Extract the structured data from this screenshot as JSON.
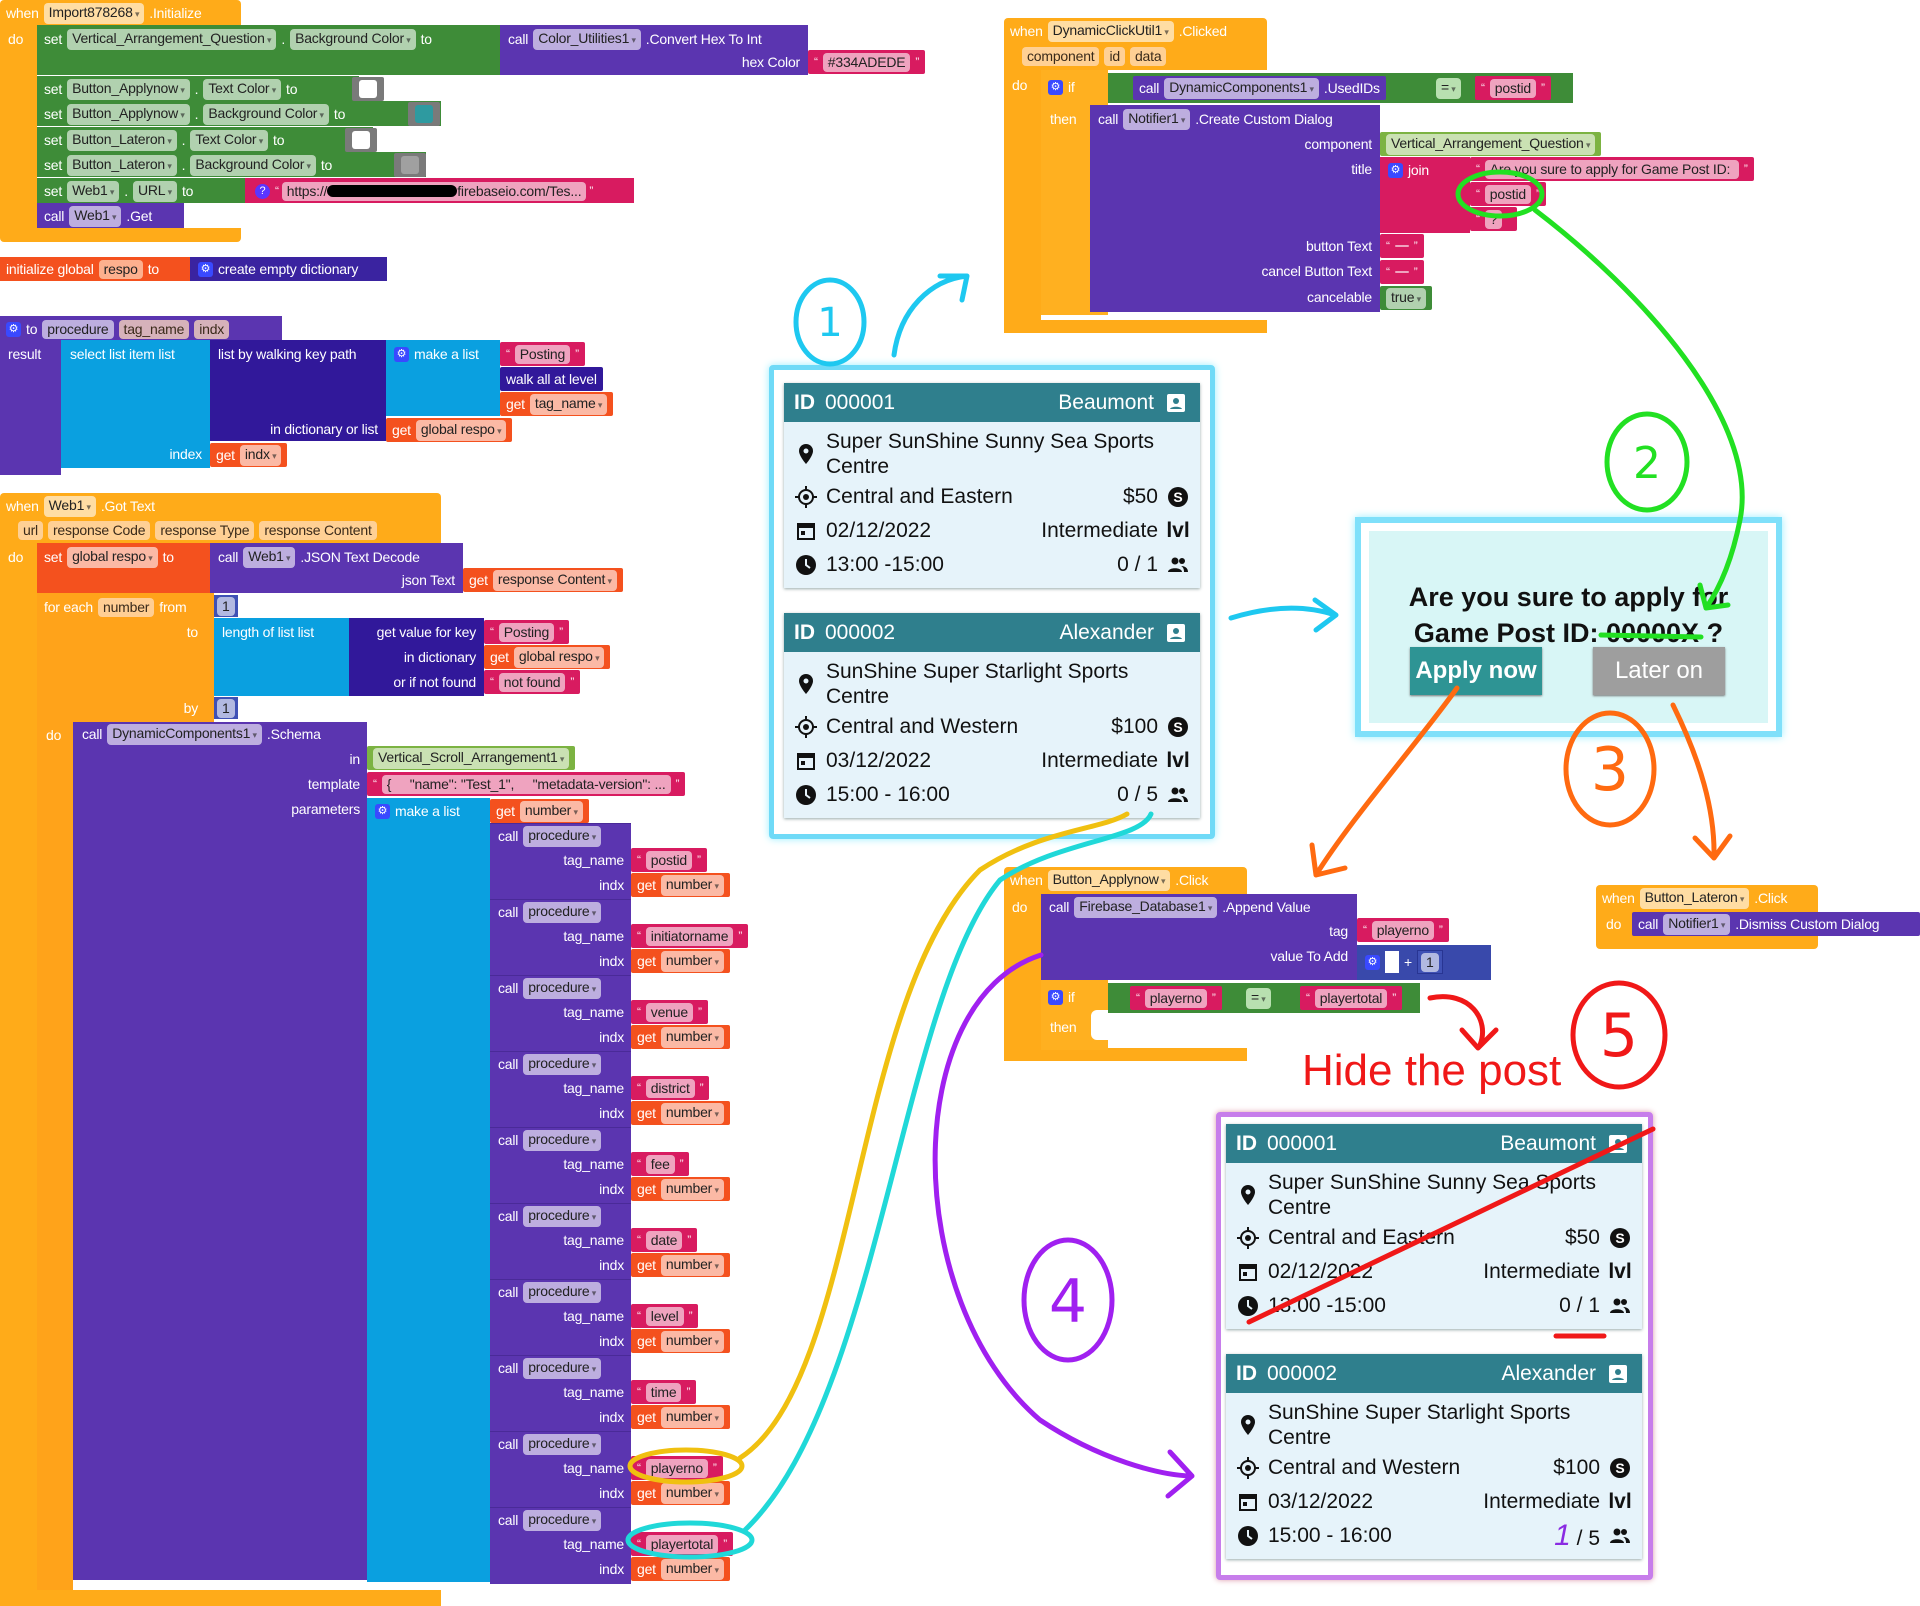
{
  "kw": {
    "when": "when",
    "do": "do",
    "set": "set",
    "to": "to",
    "call": "call",
    "get": "get",
    "dot": ".",
    "then": "then",
    "if": "if",
    "result": "result",
    "in": "in",
    "by": "by",
    "from": "from",
    "for_each": "for each",
    "plus": "+",
    "eq": "="
  },
  "init_event": {
    "component": "Import878268",
    "event": ".Initialize",
    "set_bg": {
      "component": "Vertical_Arrangement_Question",
      "property": "Background Color",
      "utility": "Color_Utilities1",
      "method": ".Convert Hex To Int",
      "hex_label": "hex Color",
      "hex_value": "#334ADEDE"
    },
    "setters": [
      {
        "component": "Button_Applynow",
        "property": "Text Color",
        "swatch": "#FFFFFF"
      },
      {
        "component": "Button_Applynow",
        "property": "Background Color",
        "swatch": "#2E9AA0"
      },
      {
        "component": "Button_Lateron",
        "property": "Text Color",
        "swatch": "#FFFFFF"
      },
      {
        "component": "Button_Lateron",
        "property": "Background Color",
        "swatch": "#A0A0A0"
      }
    ],
    "set_url": {
      "component": "Web1",
      "property": "URL",
      "url_prefix": "https://",
      "url_suffix": "firebaseio.com/Tes...",
      "help": "?"
    },
    "call_get": {
      "component": "Web1",
      "method": ".Get"
    }
  },
  "init_global": {
    "label": "initialize global",
    "name": "respo",
    "value": "create empty dictionary"
  },
  "procedure": {
    "name": "procedure",
    "params": [
      "tag_name",
      "indx"
    ],
    "select": "select list item  list",
    "walk": "list by walking key path",
    "make_list": "make a list",
    "posting": "Posting",
    "walk_all": "walk all at level",
    "tag_var": "tag_name",
    "in_dict": "in dictionary or list",
    "global_var": "global respo",
    "index": "index",
    "indx_var": "indx"
  },
  "got_text": {
    "component": "Web1",
    "event": ".Got Text",
    "params": [
      "url",
      "response Code",
      "response Type",
      "response Content"
    ],
    "set_var": "global respo",
    "decode": ".JSON Text Decode",
    "json_label": "json Text",
    "content_var": "response Content",
    "loop_var": "number",
    "from_val": "1",
    "by_val": "1",
    "length": "length of list  list",
    "get_value": "get value for key",
    "in_dictionary": "in dictionary",
    "not_found_label": "or if not found",
    "key": "Posting",
    "not_found": "not found",
    "schema_component": "DynamicComponents1",
    "schema_method": ".Schema",
    "in_component": "Vertical_Scroll_Arrangement1",
    "template_label": "template",
    "template_value": "{     \"name\": \"Test_1\",     \"metadata-version\": ...",
    "params_label": "parameters",
    "make_list": "make a list",
    "number_var": "number",
    "proc_call": "procedure",
    "tag_label": "tag_name",
    "indx_label": "indx",
    "tags": [
      "postid",
      "initiatorname",
      "venue",
      "district",
      "fee",
      "date",
      "level",
      "time",
      "playerno",
      "playertotal"
    ]
  },
  "click_event": {
    "component": "DynamicClickUtil1",
    "event": ".Clicked",
    "params": [
      "component",
      "id",
      "data"
    ],
    "used_component": "DynamicComponents1",
    "used_method": ".UsedIDs",
    "compare_value": "postid",
    "notifier": "Notifier1",
    "dialog_method": ".Create Custom Dialog",
    "component_label": "component",
    "component_value": "Vertical_Arrangement_Question",
    "title_label": "title",
    "join": "join",
    "title_parts": [
      "Are you sure to apply for Game Post ID: ",
      "postid",
      "?"
    ],
    "button_label": "button Text",
    "cancel_label": "cancel Button Text",
    "cancelable_label": "cancelable",
    "cancelable_value": "true"
  },
  "apply_event": {
    "component": "Button_Applynow",
    "event": ".Click",
    "db": "Firebase_Database1",
    "method": ".Append Value",
    "tag_label": "tag",
    "tag_value": "playerno",
    "value_label": "value To Add",
    "add_value": "1",
    "cond_left": "playerno",
    "cond_right": "playertotal"
  },
  "later_event": {
    "component": "Button_Lateron",
    "event": ".Click",
    "notifier": "Notifier1",
    "method": ".Dismiss Custom Dialog"
  },
  "cards_top": [
    {
      "id_label": "ID",
      "id": "000001",
      "name": "Beaumont",
      "venue": "Super SunShine Sunny Sea Sports Centre",
      "district": "Central and Eastern",
      "fee": "$50",
      "date": "02/12/2022",
      "level": "Intermediate",
      "level_icon": "lvl",
      "time": "13:00 -15:00",
      "players": "0",
      "total": "1",
      "sep": " / "
    },
    {
      "id_label": "ID",
      "id": "000002",
      "name": "Alexander",
      "venue": "SunShine Super Starlight Sports Centre",
      "district": "Central and Western",
      "fee": "$100",
      "date": "03/12/2022",
      "level": "Intermediate",
      "level_icon": "lvl",
      "time": "15:00 - 16:00",
      "players": "0",
      "total": "5",
      "sep": " / "
    }
  ],
  "cards_bottom": [
    {
      "id_label": "ID",
      "id": "000001",
      "name": "Beaumont",
      "venue": "Super SunShine Sunny Sea Sports Centre",
      "district": "Central and Eastern",
      "fee": "$50",
      "date": "02/12/2022",
      "level": "Intermediate",
      "level_icon": "lvl",
      "time": "13:00 -15:00",
      "players": "0",
      "total": "1",
      "sep": " / "
    },
    {
      "id_label": "ID",
      "id": "000002",
      "name": "Alexander",
      "venue": "SunShine Super Starlight Sports Centre",
      "district": "Central and Western",
      "fee": "$100",
      "date": "03/12/2022",
      "level": "Intermediate",
      "level_icon": "lvl",
      "time": "15:00 - 16:00",
      "players": "1",
      "total": "5",
      "sep": " / "
    }
  ],
  "dialog": {
    "line1": "Are you sure to apply for",
    "line2_prefix": "Game Post ID: ",
    "post_id": "00000X",
    "line2_suffix": " ?",
    "apply": "Apply now",
    "later": "Later on"
  },
  "annotations": {
    "steps": [
      "1",
      "2",
      "3",
      "4",
      "5"
    ],
    "hide_note": "Hide the post"
  },
  "colors": {
    "card_header": "#2F7F8D",
    "apply_button": "#2E9494",
    "later_button": "#9E9E9E",
    "dialog_bg": "#D8F6F6"
  }
}
